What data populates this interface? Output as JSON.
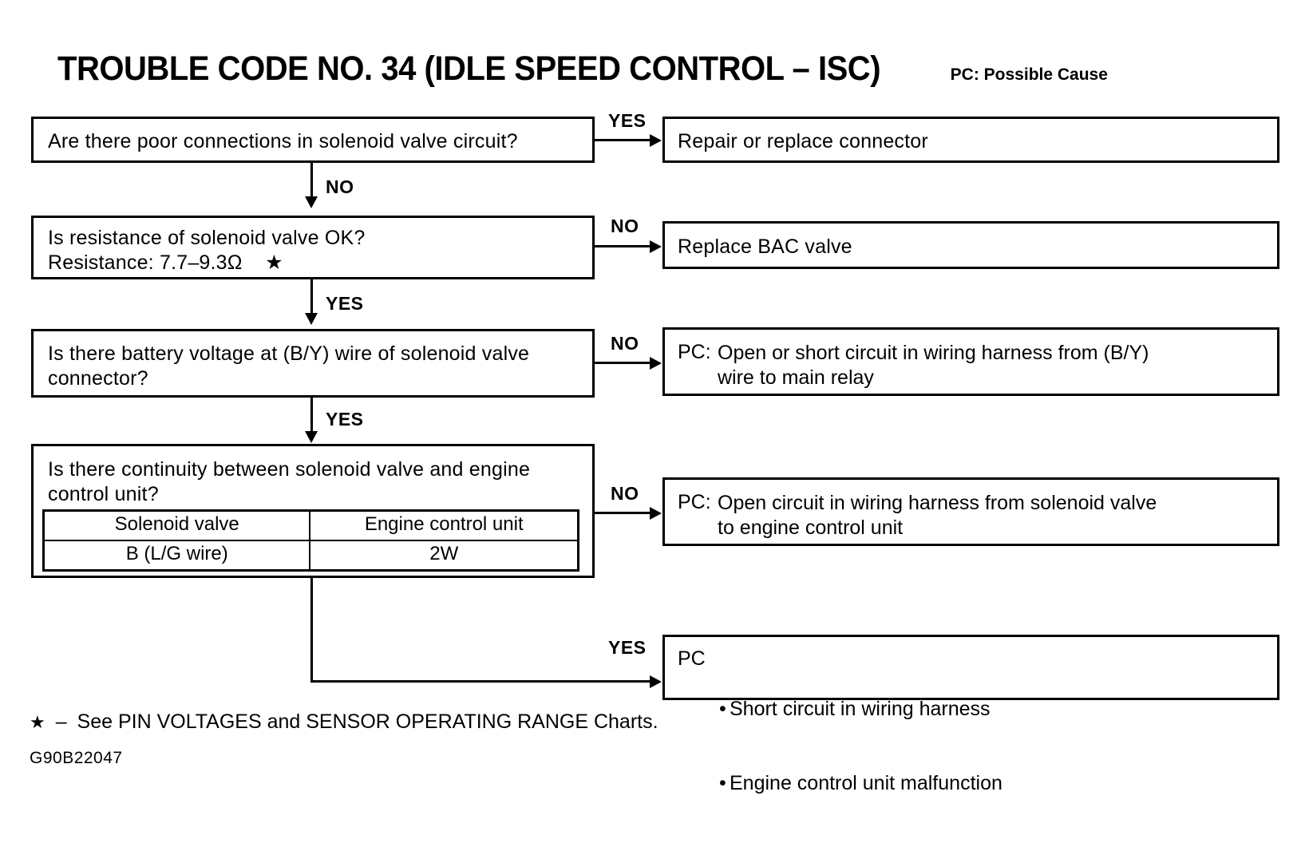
{
  "title": {
    "main": "TROUBLE CODE NO. 34 (IDLE SPEED CONTROL  –  ISC)",
    "legend": "PC: Possible Cause"
  },
  "flow": {
    "questions": [
      {
        "id": "q1",
        "line1": "Are there poor connections in solenoid valve circuit?",
        "branch_side": "YES",
        "branch_down": "NO"
      },
      {
        "id": "q2",
        "line1": "Is resistance of solenoid valve OK?",
        "line2": "Resistance: 7.7–9.3Ω    ★",
        "branch_side": "NO",
        "branch_down": "YES"
      },
      {
        "id": "q3",
        "line1": "Is there battery voltage at (B/Y) wire of solenoid valve",
        "line2": "connector?",
        "branch_side": "NO",
        "branch_down": "YES"
      },
      {
        "id": "q4",
        "line1": "Is there continuity between solenoid valve and engine",
        "line2": "control unit?",
        "branch_side": "NO",
        "branch_down": "YES"
      }
    ],
    "table": {
      "headers": [
        "Solenoid valve",
        "Engine control unit"
      ],
      "rows": [
        [
          "B (L/G wire)",
          "2W"
        ]
      ]
    },
    "results": [
      {
        "id": "r1",
        "label": "",
        "line1": "Repair or replace connector",
        "line2": ""
      },
      {
        "id": "r2",
        "label": "",
        "line1": "Replace BAC valve",
        "line2": ""
      },
      {
        "id": "r3",
        "label": "PC:",
        "line1": "Open or short circuit in wiring harness from (B/Y)",
        "line2": "wire to main relay"
      },
      {
        "id": "r4",
        "label": "PC:",
        "line1": "Open circuit in wiring harness from solenoid valve",
        "line2": "to engine control unit"
      },
      {
        "id": "r5",
        "label": "PC",
        "bullets": [
          "Short circuit in wiring harness",
          "Engine control unit malfunction"
        ]
      }
    ]
  },
  "footer": {
    "star_symbol": "★",
    "dash": "–",
    "note": "See PIN VOLTAGES and SENSOR OPERATING RANGE Charts.",
    "figure_id": "G90B22047"
  },
  "colors": {
    "ink": "#000000",
    "paper": "#ffffff"
  }
}
